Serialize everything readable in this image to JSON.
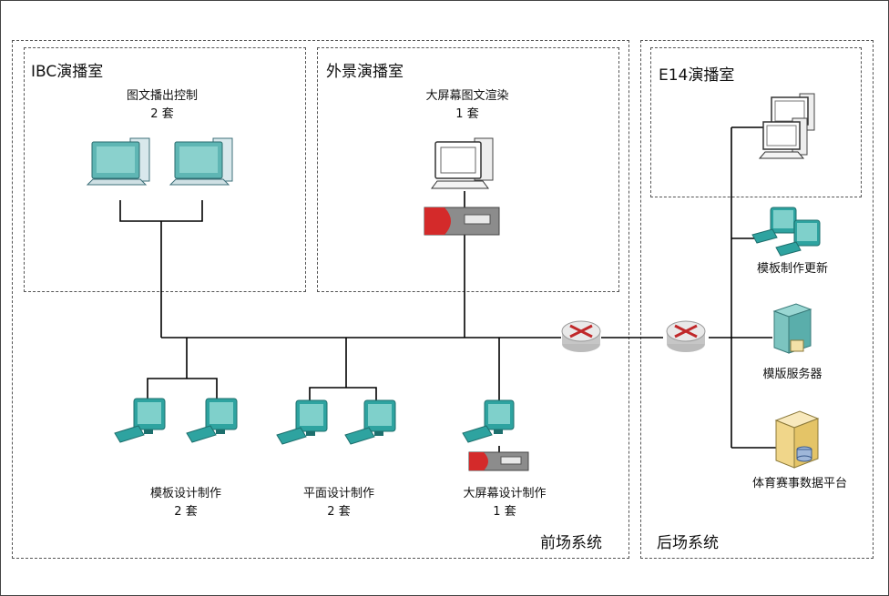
{
  "zones": {
    "front": {
      "label": "前场系统"
    },
    "back": {
      "label": "后场系统"
    },
    "ibc": {
      "label": "IBC演播室"
    },
    "outdoor": {
      "label": "外景演播室"
    },
    "e14": {
      "label": "E14演播室"
    }
  },
  "nodes": {
    "ibc_control": {
      "name": "图文播出控制",
      "count": "2 套"
    },
    "screen_render": {
      "name": "大屏幕图文渲染",
      "count": "1 套"
    },
    "template_design": {
      "name": "模板设计制作",
      "count": "2 套"
    },
    "flat_design": {
      "name": "平面设计制作",
      "count": "2 套"
    },
    "screen_design": {
      "name": "大屏幕设计制作",
      "count": "1 套"
    },
    "template_update": {
      "name": "模板制作更新"
    },
    "template_server": {
      "name": "模版服务器"
    },
    "sports_platform": {
      "name": "体育赛事数据平台"
    }
  },
  "colors": {
    "monitor": "#2ea3a0",
    "monitor_light": "#7fd0cb",
    "router": "#c0282a",
    "line": "#000000",
    "box_red": "#d42a2a"
  }
}
